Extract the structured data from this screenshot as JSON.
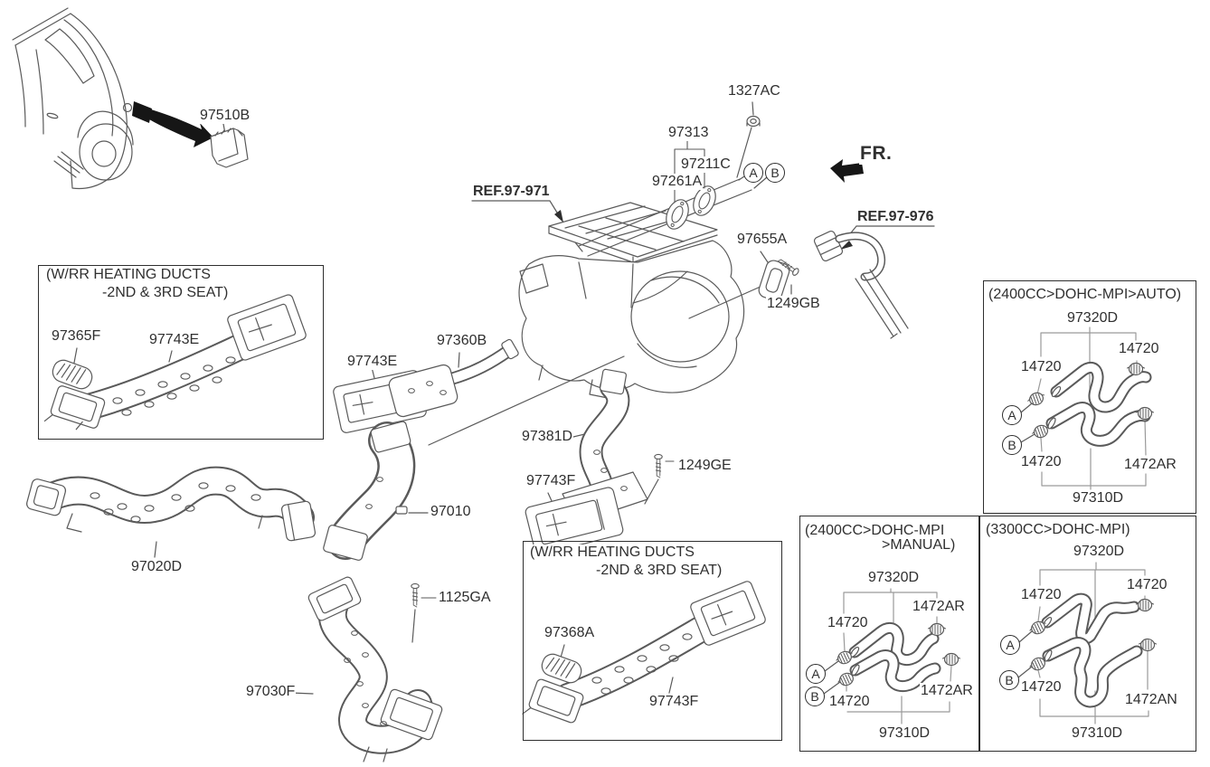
{
  "colors": {
    "ink": "#2f2f2f",
    "line": "#5a5a5a",
    "background": "#ffffff"
  },
  "direction": {
    "fr": "FR."
  },
  "references": {
    "heater_unit": "REF.97-971",
    "heater_hoses": "REF.97-976"
  },
  "callouts": {
    "quarter_vent": "97510B",
    "nut": "1327AC",
    "heater_pipe_assy": "97313",
    "grommet_a": "97261A",
    "grommet_b": "97211C",
    "port_a": "A",
    "port_b": "B",
    "mounting_bracket": "97655A",
    "bolt": "1249GB",
    "rear_duct_e": "97743E",
    "duct_no2": "97360B",
    "duct_no4": "97381D",
    "rear_duct_f": "97743F",
    "screw_rear": "1249GE",
    "heater_assy_duct": "97010",
    "duct_no1": "97020D",
    "screw_front": "1125GA",
    "duct_no3": "97030F"
  },
  "inset_rr_ducts_left": {
    "title_line1": "(W/RR HEATING DUCTS",
    "title_line2": "-2ND & 3RD SEAT)",
    "grille": "97365F",
    "duct": "97743E"
  },
  "inset_rr_ducts_bottom": {
    "title_line1": "(W/RR HEATING DUCTS",
    "title_line2": "-2ND & 3RD SEAT)",
    "grille": "97368A",
    "duct": "97743F"
  },
  "inset_2400_auto": {
    "title": "(2400CC>DOHC-MPI>AUTO)",
    "hose_inlet": "97320D",
    "hose_outlet": "97310D",
    "clamp_left": "14720",
    "clamp_top_right": "14720",
    "clamp_bottom_left": "14720",
    "clamp_bottom_right": "1472AR",
    "port_a": "A",
    "port_b": "B"
  },
  "inset_2400_manual": {
    "title_line1": "(2400CC>DOHC-MPI",
    "title_line2": ">MANUAL)",
    "hose_inlet": "97320D",
    "hose_outlet": "97310D",
    "clamp_left": "14720",
    "clamp_top_right": "1472AR",
    "clamp_bottom_left": "14720",
    "clamp_bottom_right": "1472AR",
    "port_a": "A",
    "port_b": "B"
  },
  "inset_3300": {
    "title": "(3300CC>DOHC-MPI)",
    "hose_inlet": "97320D",
    "hose_outlet": "97310D",
    "clamp_left": "14720",
    "clamp_top_right": "14720",
    "clamp_bottom_left": "14720",
    "clamp_bottom_right": "1472AN",
    "port_a": "A",
    "port_b": "B"
  }
}
